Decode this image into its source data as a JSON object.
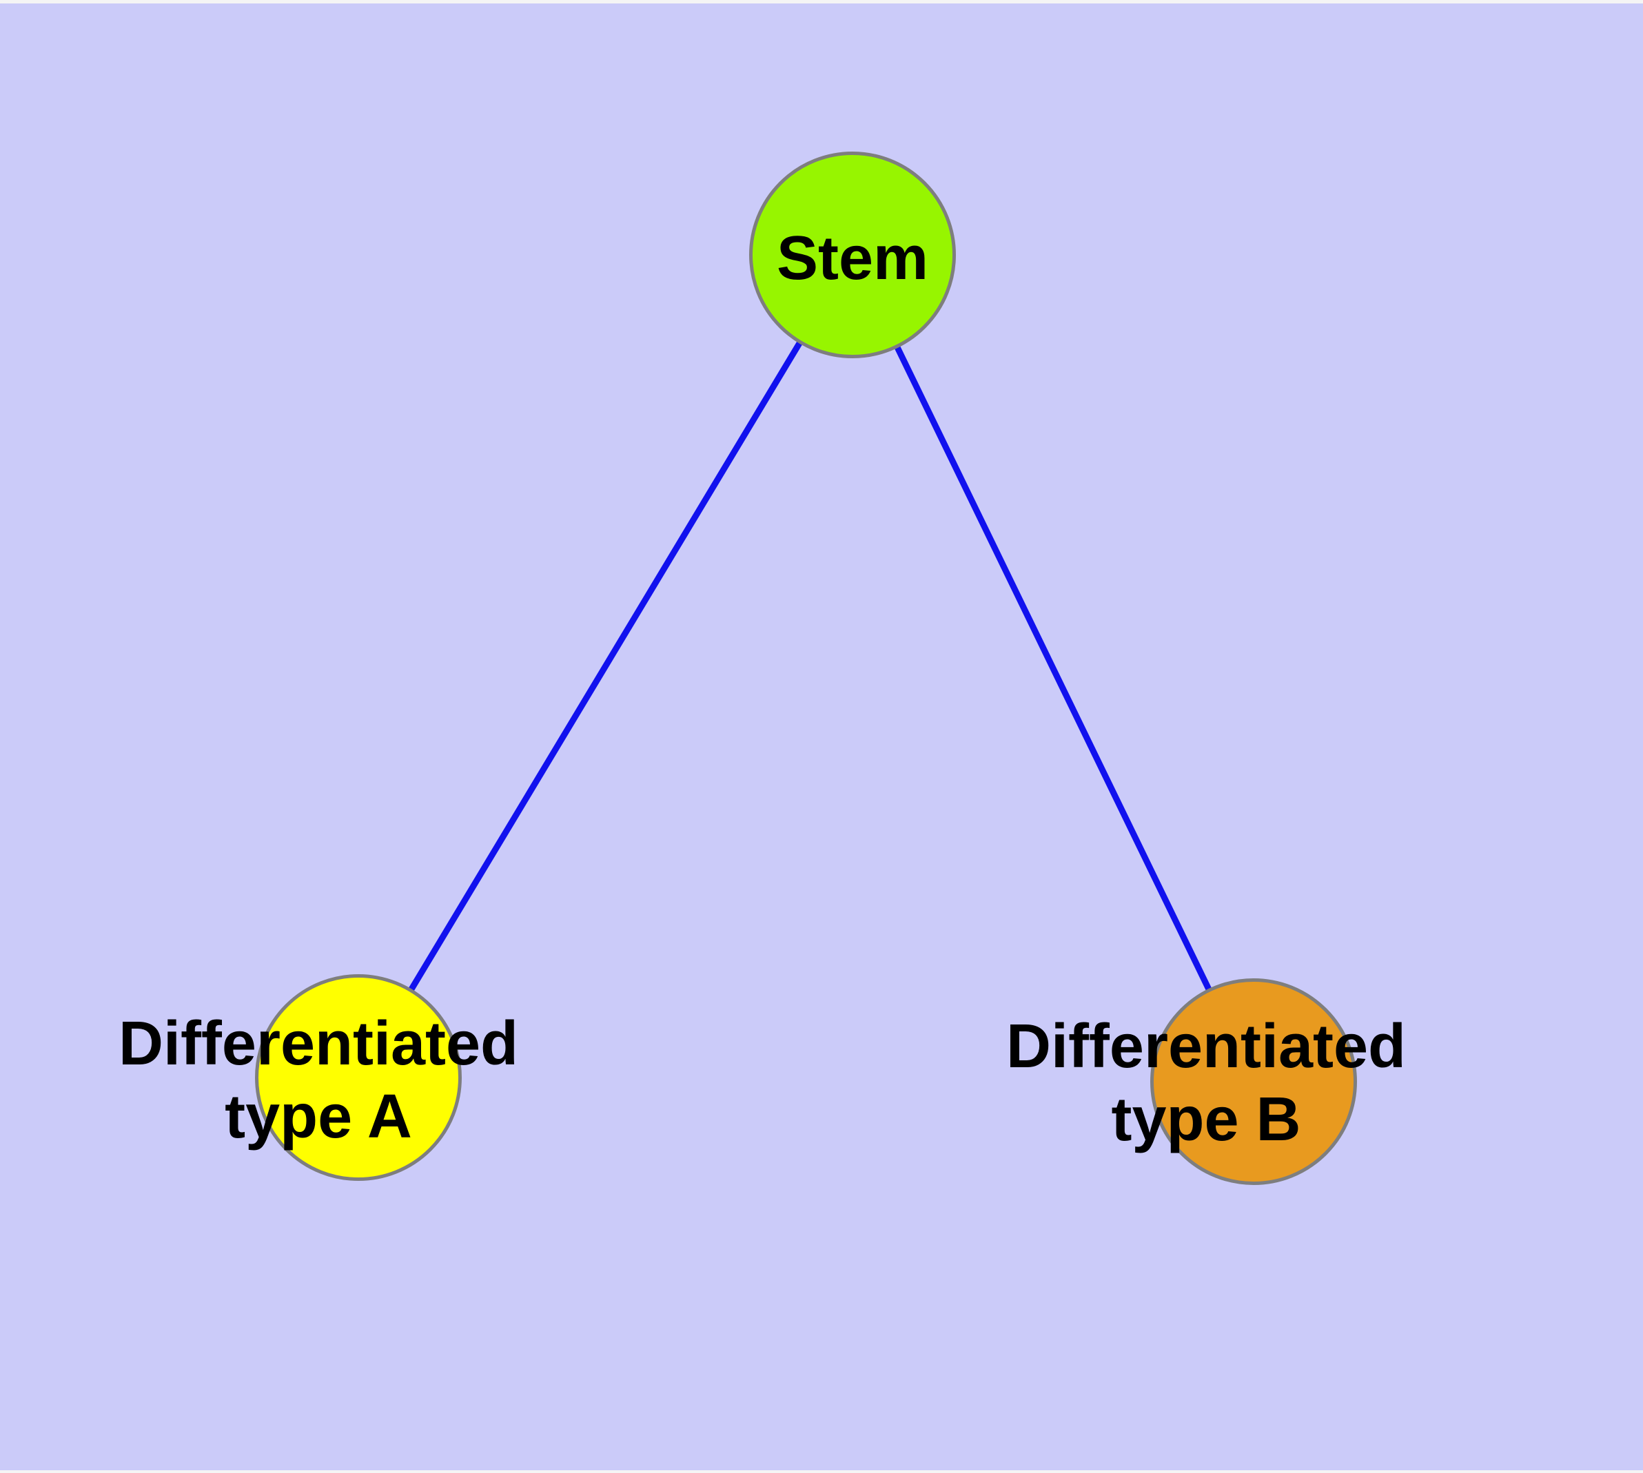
{
  "diagram": {
    "type": "graph",
    "background_color": "#CBCBF9",
    "frame_strip_color": "#F5F5F5",
    "edge_color": "#1111EE",
    "node_border_color": "#7E7E7E",
    "label_color": "#000000",
    "nodes": [
      {
        "id": "stem",
        "label": "Stem",
        "color": "#97F500"
      },
      {
        "id": "differentiated-type-a",
        "label": "Differentiated\ntype A",
        "color": "#FFFF00"
      },
      {
        "id": "differentiated-type-b",
        "label": "Differentiated\ntype B",
        "color": "#E89A1F"
      }
    ],
    "edges": [
      {
        "from": "stem",
        "to": "differentiated-type-a"
      },
      {
        "from": "stem",
        "to": "differentiated-type-b"
      }
    ]
  }
}
